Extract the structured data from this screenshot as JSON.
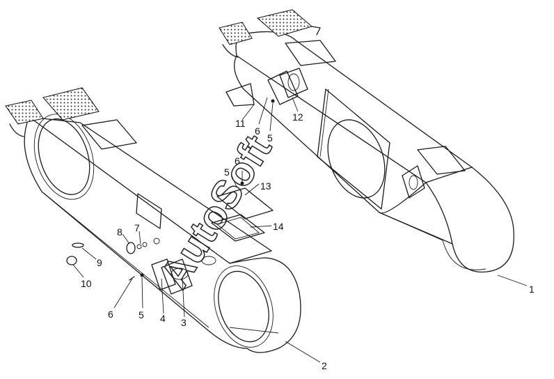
{
  "watermark": "AutoSoft",
  "callouts": [
    {
      "id": "1",
      "label": "1"
    },
    {
      "id": "2",
      "label": "2"
    },
    {
      "id": "3",
      "label": "3"
    },
    {
      "id": "4",
      "label": "4"
    },
    {
      "id": "5a",
      "label": "5"
    },
    {
      "id": "5b",
      "label": "5"
    },
    {
      "id": "5c",
      "label": "5"
    },
    {
      "id": "6a",
      "label": "6"
    },
    {
      "id": "6b",
      "label": "6"
    },
    {
      "id": "6c",
      "label": "6"
    },
    {
      "id": "7",
      "label": "7"
    },
    {
      "id": "8",
      "label": "8"
    },
    {
      "id": "9",
      "label": "9"
    },
    {
      "id": "10",
      "label": "10"
    },
    {
      "id": "11",
      "label": "11"
    },
    {
      "id": "12",
      "label": "12"
    },
    {
      "id": "13",
      "label": "13"
    },
    {
      "id": "14",
      "label": "14"
    }
  ]
}
